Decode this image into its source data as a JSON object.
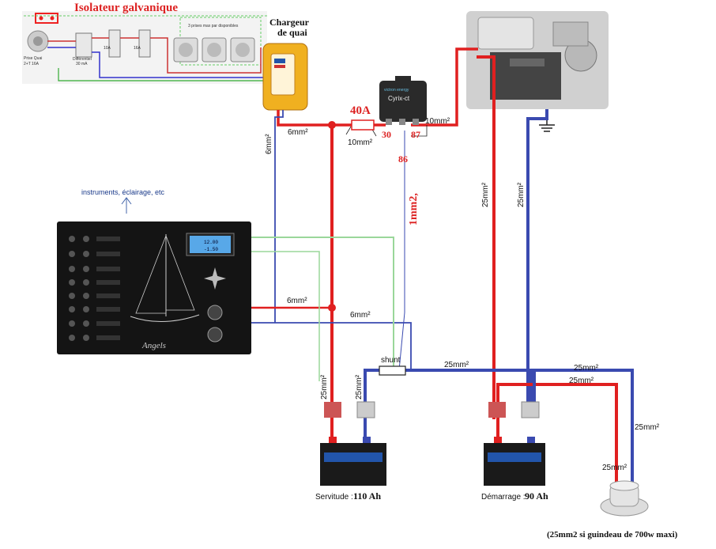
{
  "title": "Isolateur galvanique",
  "shore": {
    "plug_label_1": "Prise Quai",
    "plug_label_2": "2+T 16A",
    "diff_label_1": "Différentiel",
    "diff_label_2": "30 mA",
    "breaker_a": "10A",
    "breaker_b": "16A",
    "sockets_label": "3 prises max par disponibles"
  },
  "charger": {
    "label_1": "Chargeur",
    "label_2": "de quai"
  },
  "fuse": {
    "rating": "40A"
  },
  "cyrix": {
    "brand": "victron energy",
    "model": "Cyrix-ct",
    "terminal_30": "30",
    "terminal_87": "87",
    "terminal_86": "86",
    "control_wire": "1mm2,"
  },
  "panel": {
    "caption": "instruments, éclairage, etc",
    "brand": "Angels",
    "meter_line_1": "12.00",
    "meter_line_2": "-1.50"
  },
  "wires": {
    "charger_out": "6mm²",
    "fuse_wire": "10mm²",
    "cyrix_out": "10mm²",
    "charger_neg": "6mm²",
    "panel_pos": "6mm²",
    "panel_neg": "6mm²",
    "engine_pos": "25mm²",
    "engine_neg": "25mm²",
    "service_pos": "25mm²",
    "service_neg": "25mm²",
    "shunt_out": "25mm²",
    "windlass_neg": "25mm²",
    "windlass_pos": "25mm²",
    "windlass_vertical": "25mm²",
    "windlass_in": "25mm²"
  },
  "shunt": {
    "label": "shunt"
  },
  "batteries": {
    "service_name": "Servitude :",
    "service_capacity": "110 Ah",
    "start_name": "Démarrage :",
    "start_capacity": "90 Ah"
  },
  "windlass": {
    "note": "(25mm2 si guindeau de 700w maxi)"
  }
}
